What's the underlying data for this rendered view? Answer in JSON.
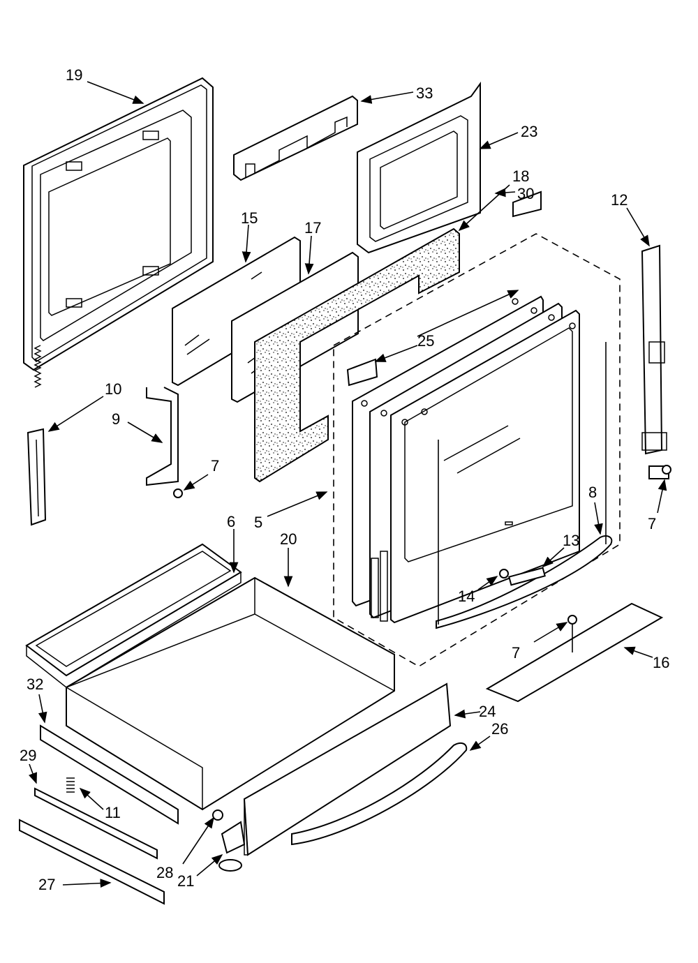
{
  "diagram": {
    "callouts": [
      {
        "id": "19",
        "label": "19"
      },
      {
        "id": "33",
        "label": "33"
      },
      {
        "id": "23",
        "label": "23"
      },
      {
        "id": "18",
        "label": "18"
      },
      {
        "id": "15",
        "label": "15"
      },
      {
        "id": "17",
        "label": "17"
      },
      {
        "id": "12",
        "label": "12"
      },
      {
        "id": "30",
        "label": "30"
      },
      {
        "id": "25",
        "label": "25"
      },
      {
        "id": "10",
        "label": "10"
      },
      {
        "id": "9",
        "label": "9"
      },
      {
        "id": "7a",
        "label": "7"
      },
      {
        "id": "7b",
        "label": "7"
      },
      {
        "id": "7c",
        "label": "7"
      },
      {
        "id": "6",
        "label": "6"
      },
      {
        "id": "5",
        "label": "5"
      },
      {
        "id": "20",
        "label": "20"
      },
      {
        "id": "8",
        "label": "8"
      },
      {
        "id": "13",
        "label": "13"
      },
      {
        "id": "14",
        "label": "14"
      },
      {
        "id": "16",
        "label": "16"
      },
      {
        "id": "32",
        "label": "32"
      },
      {
        "id": "24",
        "label": "24"
      },
      {
        "id": "26",
        "label": "26"
      },
      {
        "id": "29",
        "label": "29"
      },
      {
        "id": "11",
        "label": "11"
      },
      {
        "id": "28",
        "label": "28"
      },
      {
        "id": "21",
        "label": "21"
      },
      {
        "id": "27",
        "label": "27"
      }
    ]
  }
}
